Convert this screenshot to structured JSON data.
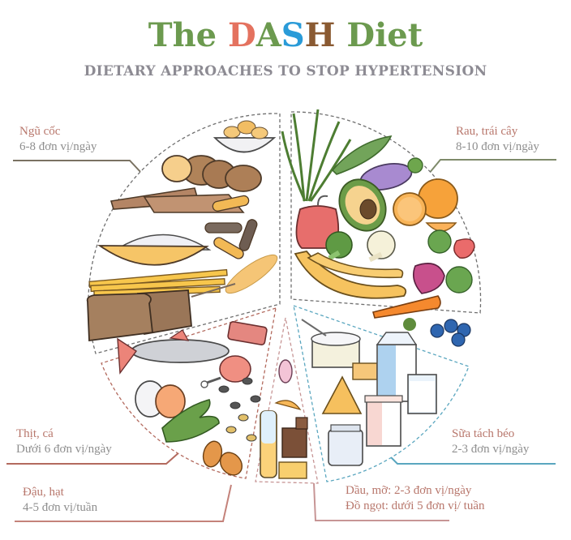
{
  "header": {
    "title_parts": {
      "the": "The ",
      "d": "D",
      "a": "A",
      "s": "S",
      "h": "H",
      "diet": " Diet"
    },
    "subtitle": "DIETARY APPROACHES TO STOP HYPERTENSION"
  },
  "colors": {
    "title_green": "#6c9a4f",
    "title_red": "#e4725f",
    "title_blue": "#2a9bd8",
    "title_brown": "#8a5a32",
    "subtitle_gray": "#8d8b93",
    "label_name": "#b8776c",
    "label_amount": "#8e8e8e",
    "grains_line": "#7a7262",
    "veg_line": "#7e8a6a",
    "dairy_line": "#5aa6bf",
    "meat_line": "#b36a5e",
    "sweets_line": "#c79595"
  },
  "groups": [
    {
      "id": "grains",
      "name": "Ngũ cốc",
      "amount": "6-8 đơn vị/ngày"
    },
    {
      "id": "vegetables_fruits",
      "name": "Rau, trái cây",
      "amount": "8-10 đơn vị/ngày"
    },
    {
      "id": "meat_fish",
      "name": "Thịt, cá",
      "amount": "Dưới 6 đơn vị/ngày"
    },
    {
      "id": "lowfat_dairy",
      "name": "Sữa tách béo",
      "amount": "2-3 đơn vị/ngày"
    },
    {
      "id": "nuts_legumes",
      "name": "Đậu, hạt",
      "amount": "4-5 đơn vị/tuần"
    },
    {
      "id": "fats_sweets",
      "line1": "Dầu, mỡ: 2-3 đơn vị/ngày",
      "line2": "Đồ ngọt: dưới 5 đơn vị/ tuần"
    }
  ],
  "illustrations": {
    "grains": [
      "chips-bowl-icon",
      "potatoes-icon",
      "crispbread-icon",
      "rice-bowl-icon",
      "pasta-fusilli-icon",
      "breadsticks-icon",
      "oat-spoon-icon",
      "wholegrain-bread-icon"
    ],
    "vegetables_fruits": [
      "chives-icon",
      "arugula-icon",
      "eggplant-icon",
      "avocado-icon",
      "bell-pepper-icon",
      "orange-icon",
      "broccoli-icon",
      "cauliflower-icon",
      "strawberry-icon",
      "banana-icon",
      "beet-icon",
      "carrot-icon",
      "blueberries-icon"
    ],
    "meat_fish": [
      "salmon-icon",
      "ribs-icon",
      "chicken-leg-icon",
      "eggs-icon"
    ],
    "nuts_legumes": [
      "edamame-icon",
      "beans-icon",
      "almonds-icon"
    ],
    "lowfat_dairy": [
      "yogurt-cup-icon",
      "butter-icon",
      "milk-carton-icon",
      "cheese-icon",
      "milk-glass-icon",
      "yogurt-drink-icon",
      "milk-jar-icon"
    ],
    "fats_sweets": [
      "candy-icon",
      "dried-fruit-icon",
      "oil-bottle-icon",
      "chocolate-icon",
      "butter-block-icon"
    ]
  }
}
